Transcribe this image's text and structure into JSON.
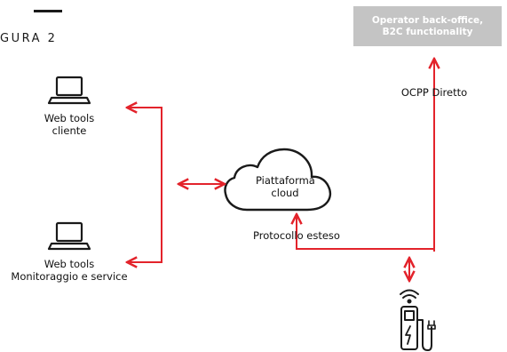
{
  "figure": {
    "caption": "GURA 2"
  },
  "nodes": {
    "web_tools_cliente": {
      "line1": "Web tools",
      "line2": "cliente",
      "icon": "laptop-icon"
    },
    "web_tools_monitoraggio": {
      "line1": "Web tools",
      "line2": "Monitoraggio e service",
      "icon": "laptop-icon"
    },
    "cloud": {
      "line1": "Piattaforma",
      "line2": "cloud",
      "icon": "cloud-icon"
    },
    "operator": {
      "line1": "Operator back-office,",
      "line2": "B2C functionality"
    },
    "charger": {
      "icon": "ev-charger-icon"
    }
  },
  "edges": {
    "ocpp_label": "OCPP Diretto",
    "protocol_label": "Protocollo esteso"
  },
  "colors": {
    "arrow": "#e3232b",
    "ink": "#1a1a1a",
    "banner": "#c4c4c4"
  }
}
